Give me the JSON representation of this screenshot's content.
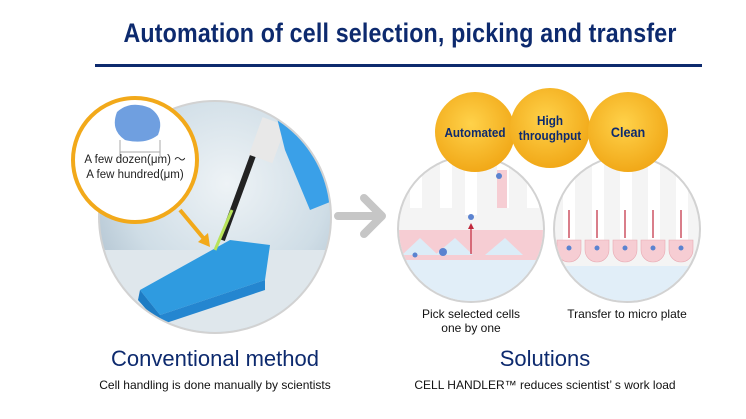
{
  "title": "Automation of cell selection, picking and transfer",
  "left": {
    "inset_line1": "A few dozen(μm) 〜",
    "inset_line2": "A few hundred(μm)",
    "heading": "Conventional method",
    "caption": "Cell handling  is done manually by scientists"
  },
  "right": {
    "bubbles": [
      "Automated",
      "High throughput",
      "Clean"
    ],
    "pick_line1": "Pick selected cells",
    "pick_line2": "one by one",
    "transfer": "Transfer to micro plate",
    "heading": "Solutions",
    "caption": "CELL HANDLER™ reduces scientist’ s work load"
  },
  "colors": {
    "navy": "#0d2a6e",
    "yellow": "#f5b21c",
    "pink": "#f6cdd3",
    "gray": "#c8c8c8"
  }
}
